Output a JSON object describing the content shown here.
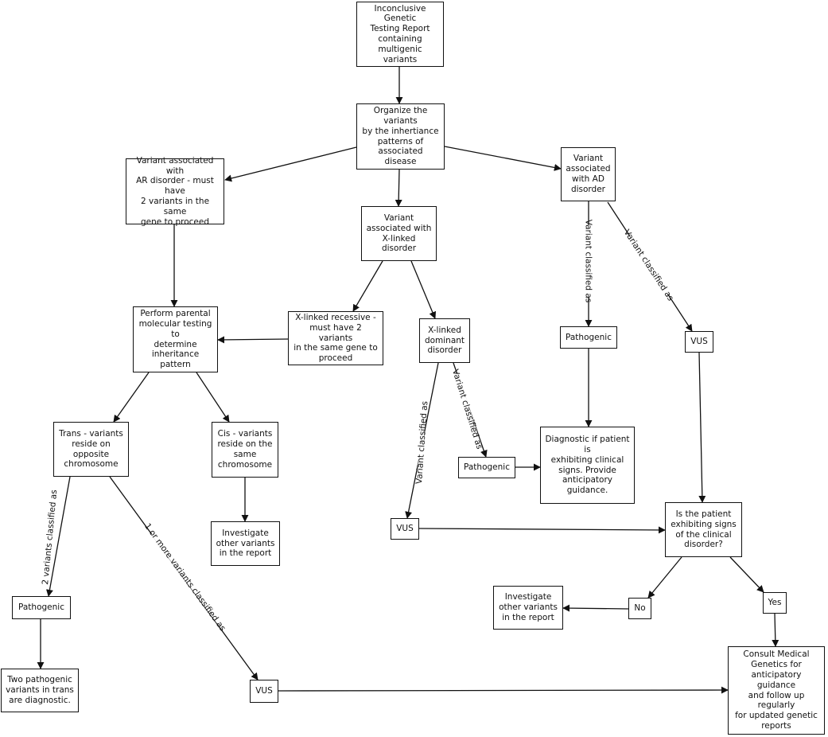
{
  "nodes": {
    "report": "Inconclusive Genetic\nTesting Report\ncontaining\nmultigenic variants",
    "organize": "Organize the variants\nby the inhertiance\npatterns of\nassociated disease",
    "ar": "Variant associated with\nAR disorder - must have\n2 variants in the same\ngene to proceed",
    "xlinked": "Variant\nassociated with\nX-linked disorder",
    "ad": "Variant\nassociated\nwith AD\ndisorder",
    "parental": "Perform parental\nmolecular testing to\ndetermine\ninheritance pattern",
    "xrecessive": "X-linked recessive -\nmust have 2 variants\nin the same gene to\nproceed",
    "xdominant": "X-linked\ndominant\ndisorder",
    "ad_pathogenic": "Pathogenic",
    "ad_vus": "VUS",
    "trans": "Trans - variants\nreside on\nopposite\nchromosome",
    "cis": "Cis - variants\nreside on the\nsame\nchromosome",
    "xd_pathogenic": "Pathogenic",
    "diagnostic": "Diagnostic if patient is\nexhibiting clinical\nsigns. Provide\nanticipatory guidance.",
    "xd_vus": "VUS",
    "is_patient": "Is the patient\nexhibiting signs\nof the clinical\ndisorder?",
    "cis_investigate": "Investigate\nother variants\nin the report",
    "no_investigate": "Investigate\nother variants\nin the report",
    "no": "No",
    "yes": "Yes",
    "trans_pathogenic": "Pathogenic",
    "two_pathogenic": "Two pathogenic\nvariants in trans\nare diagnostic.",
    "trans_vus": "VUS",
    "consult": "Consult Medical\nGenetics for\nanticipatory guidance\nand follow up regularly\nfor updated genetic\nreports"
  },
  "edge_labels": {
    "ad_classified_pathogenic": "Variant classified as",
    "ad_classified_vus": "Variant classified as",
    "xd_classified_vus": "Variant classified as",
    "xd_classified_pathogenic": "Variant classified as",
    "two_variants_classified": "2 variants classified as",
    "one_or_more_classified": "1 or more variants classified as"
  }
}
